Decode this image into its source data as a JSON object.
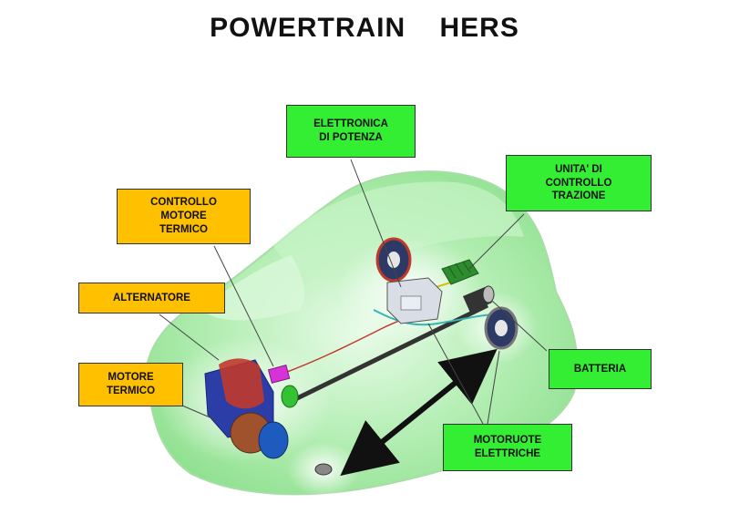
{
  "title": "POWERTRAIN    HERS",
  "labels": {
    "elettronica": "ELETTRONICA\nDI POTENZA",
    "unita": "UNITA' DI\nCONTROLLO\nTRAZIONE",
    "controllo": "CONTROLLO\nMOTORE\nTERMICO",
    "alternatore": "ALTERNATORE",
    "motore": "MOTORE\nTERMICO",
    "batteria": "BATTERIA",
    "motoruote": "MOTORUOTE\nELETTRICHE"
  },
  "colors": {
    "engine_label": "#ffc000",
    "electric_label": "#33ee33",
    "car_body": "#9be89b"
  }
}
